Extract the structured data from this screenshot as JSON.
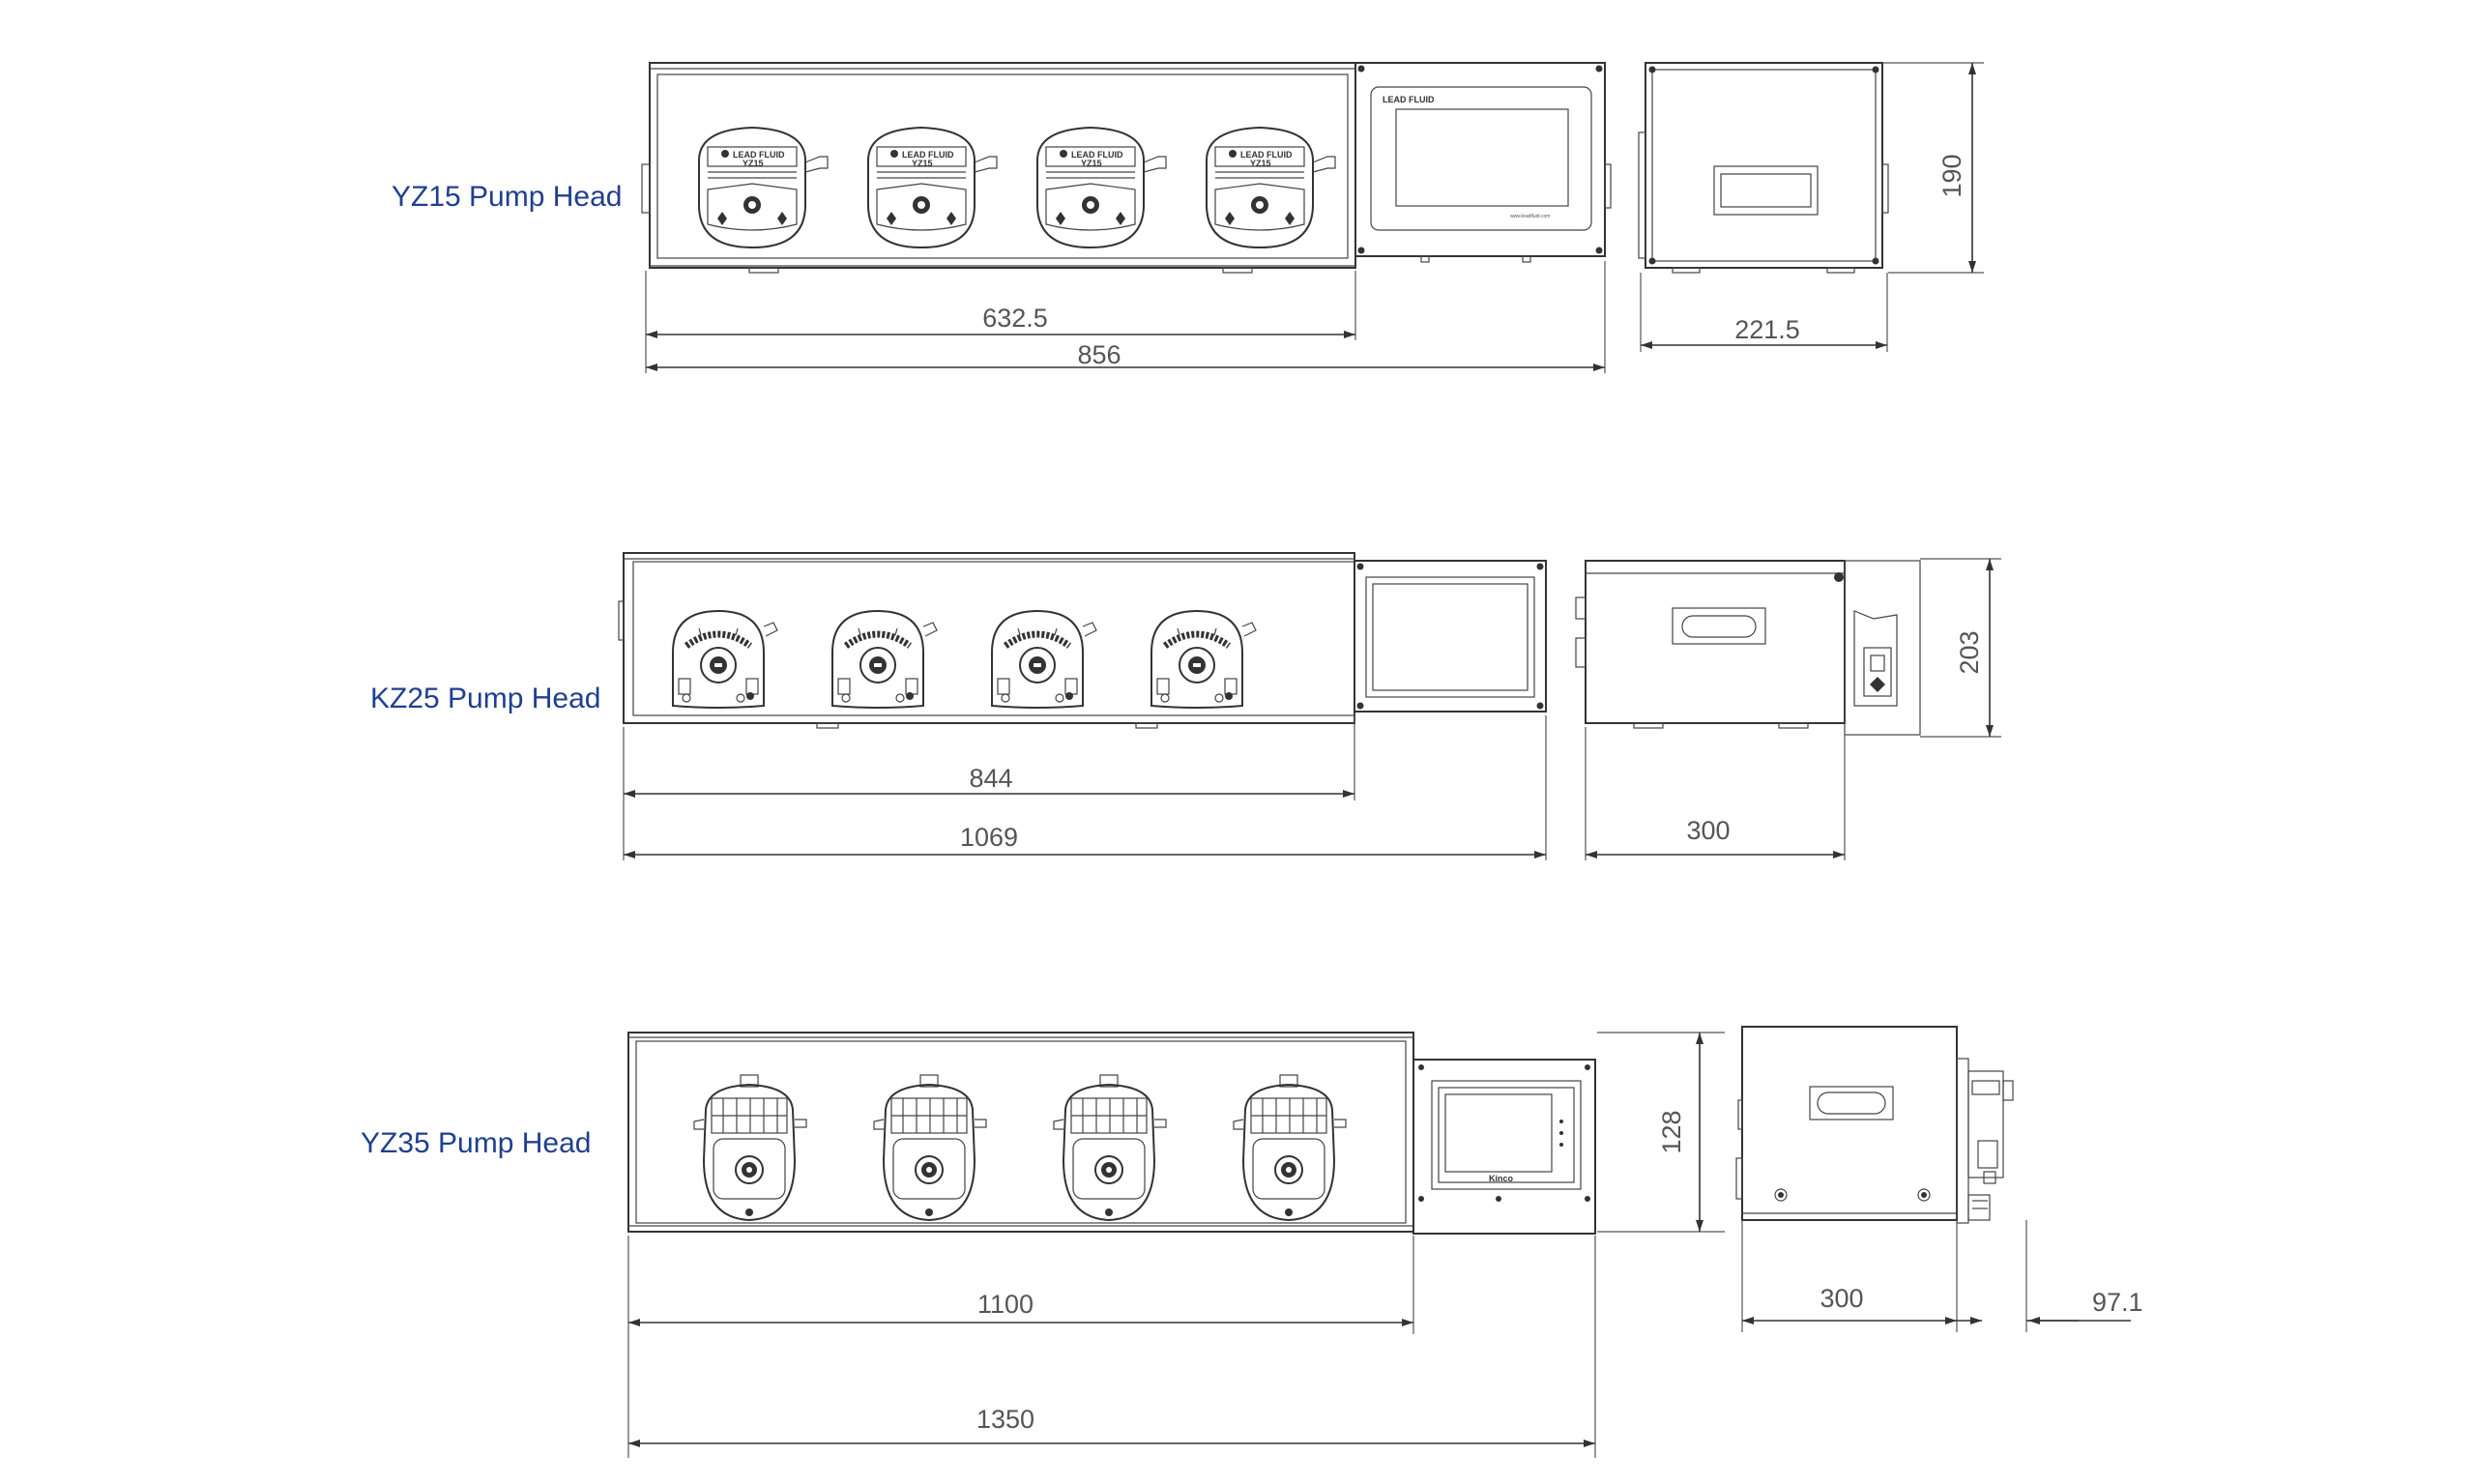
{
  "rows": [
    {
      "label": "YZ15 Pump Head",
      "brand_text": "LEAD FLUID",
      "pump_text": "YZ15",
      "url_text": "www.leadfluid.com",
      "dims": {
        "pump_box_length": "632.5",
        "total_length": "856",
        "depth": "221.5",
        "height": "190"
      }
    },
    {
      "label": "KZ25 Pump Head",
      "dims": {
        "pump_box_length": "844",
        "total_length": "1069",
        "depth": "300",
        "height": "203"
      }
    },
    {
      "label": "YZ35 Pump Head",
      "screen_brand": "Kinco",
      "dims": {
        "pump_box_length": "1100",
        "total_length": "1350",
        "depth": "300",
        "pump_protrusion": "97.1",
        "height": "128"
      }
    }
  ],
  "colors": {
    "label": "#1f3f8f",
    "line": "#333333",
    "dimension_text": "#555555"
  },
  "pump_count_per_row": 4
}
